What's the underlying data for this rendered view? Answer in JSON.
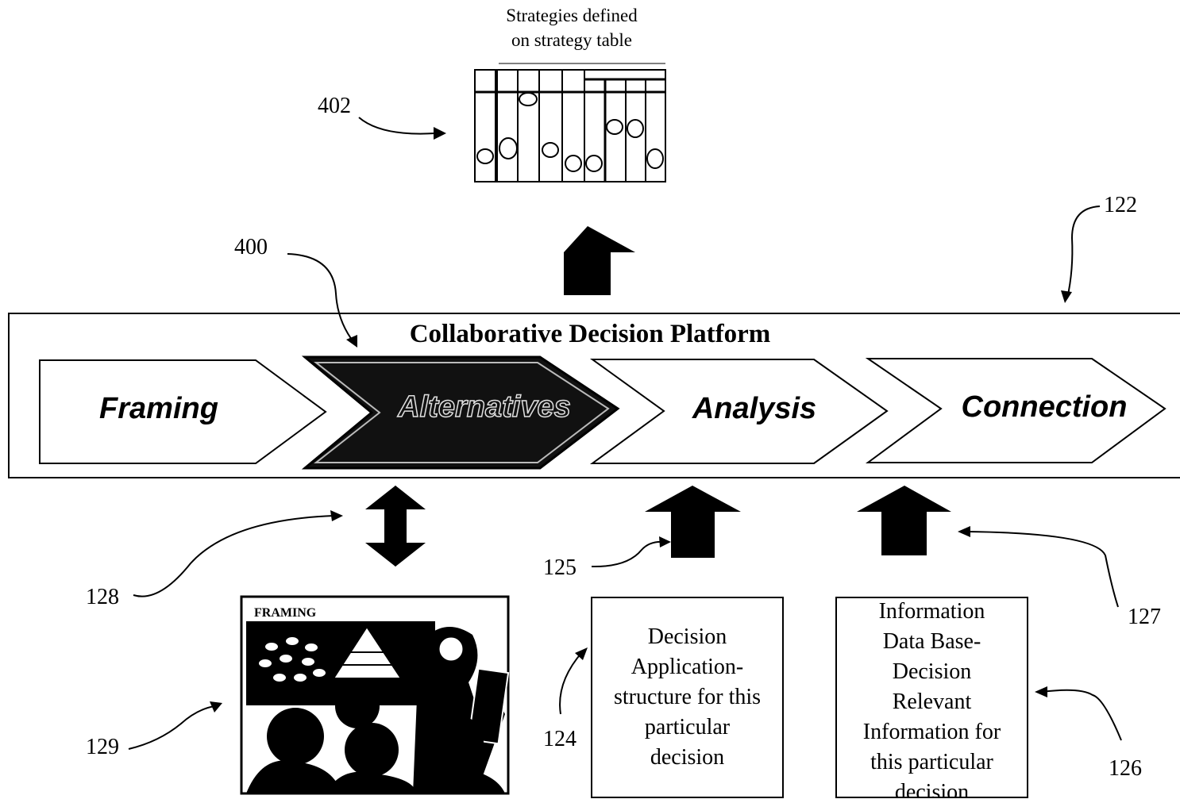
{
  "top_caption": [
    "Strategies defined",
    "on strategy table"
  ],
  "platform": {
    "title": "Collaborative Decision Platform",
    "stages": [
      "Framing",
      "Alternatives",
      "Analysis",
      "Connection"
    ]
  },
  "refs": {
    "r402": "402",
    "r400": "400",
    "r122": "122",
    "r128": "128",
    "r125": "125",
    "r127": "127",
    "r129": "129",
    "r124": "124",
    "r126": "126"
  },
  "framing_image_label": "FRAMING",
  "decision_app_box": [
    "Decision",
    "Application-",
    "structure for this",
    "particular",
    "decision"
  ],
  "info_db_box": [
    "Information",
    "Data Base-",
    "Decision",
    "Relevant",
    "Information for",
    "this particular",
    "decision"
  ]
}
